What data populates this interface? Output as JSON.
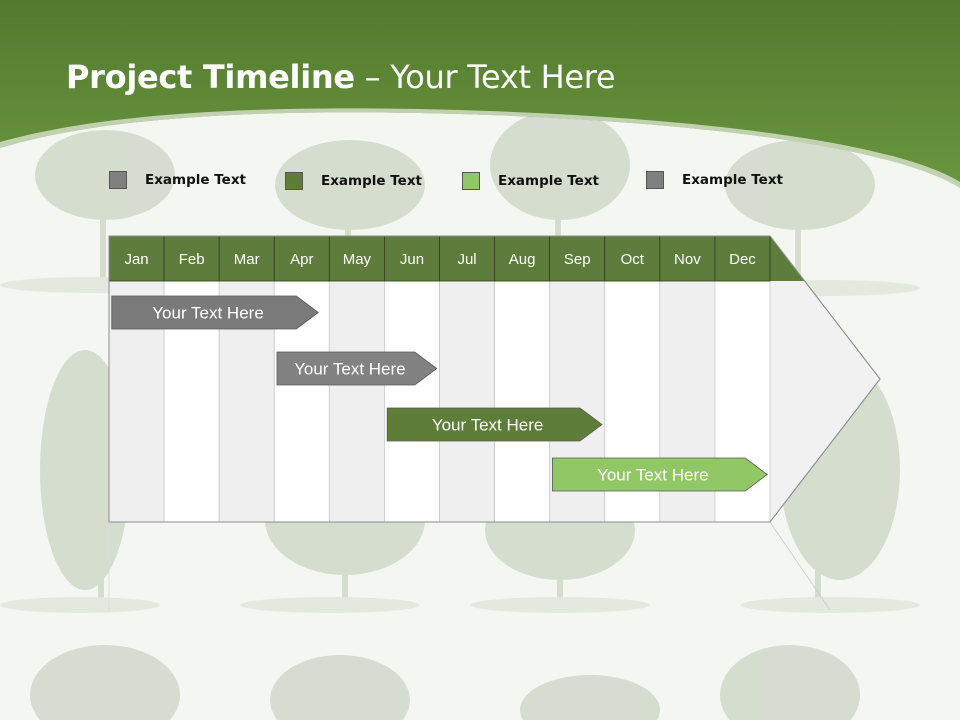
{
  "slide": {
    "title_bold": "Project Timeline",
    "title_rest": " – Your Text Here"
  },
  "legend": [
    {
      "label": "Example Text",
      "color": "#808080"
    },
    {
      "label": "Example Text",
      "color": "#5d7d39"
    },
    {
      "label": "Example Text",
      "color": "#92c765"
    },
    {
      "label": "Example Text",
      "color": "#808080"
    }
  ],
  "timeline": {
    "months": [
      "Jan",
      "Feb",
      "Mar",
      "Apr",
      "May",
      "Jun",
      "Jul",
      "Aug",
      "Sep",
      "Oct",
      "Nov",
      "Dec"
    ],
    "header_color": "#5e7c3b",
    "tasks": [
      {
        "label": "Your  Text Here",
        "start_month": 1.05,
        "end_month": 4.8,
        "color": "#7a7a7a"
      },
      {
        "label": "Your  Text Here",
        "start_month": 4.05,
        "end_month": 6.95,
        "color": "#828282"
      },
      {
        "label": "Your  Text Here",
        "start_month": 6.05,
        "end_month": 9.95,
        "color": "#5d7d39"
      },
      {
        "label": "Your  Text Here",
        "start_month": 9.05,
        "end_month": 12.95,
        "color": "#92c765"
      }
    ]
  },
  "theme": {
    "header_green": "#5f8a36"
  }
}
